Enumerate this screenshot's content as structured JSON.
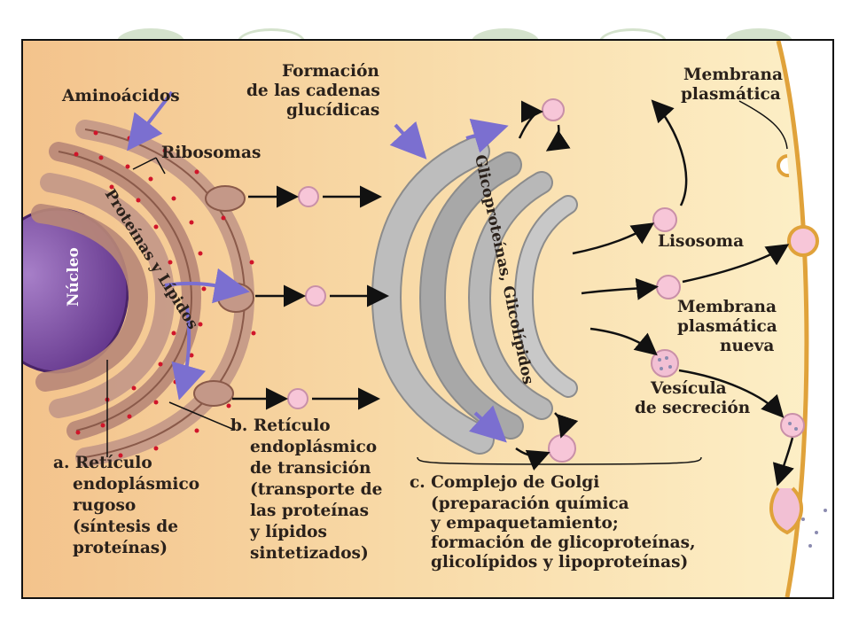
{
  "labels": {
    "aminoacidos": "Aminoácidos",
    "formacion_1": "Formación",
    "formacion_2": "de las cadenas",
    "formacion_3": "glucídicas",
    "membrana_plasmatica_1": "Membrana",
    "membrana_plasmatica_2": "plasmática",
    "ribosomas": "Ribosomas",
    "nucleo": "Núcleo",
    "proteinas_lipidos": "Proteínas y Lípidos",
    "glicoproteinas": "Glicoproteínas, Glicolípidos",
    "lisosoma": "Lisosoma",
    "membrana_nueva_1": "Membrana",
    "membrana_nueva_2": "plasmática",
    "membrana_nueva_3": "nueva",
    "vesicula_1": "Vesícula",
    "vesicula_2": "de secreción",
    "a_1": "a. Retículo",
    "a_2": "endoplásmico",
    "a_3": "rugoso",
    "a_4": "(síntesis de",
    "a_5": "proteínas)",
    "b_1": "b. Retículo",
    "b_2": "endoplásmico",
    "b_3": "de transición",
    "b_4": "(transporte de",
    "b_5": "las proteínas",
    "b_6": "y lípidos",
    "b_7": "sintetizados)",
    "c_1": "c. Complejo de Golgi",
    "c_2": "(preparación química",
    "c_3": "y empaquetamiento;",
    "c_4": "formación de glicoproteínas,",
    "c_5": "glicolípidos y lipoproteínas)"
  },
  "colors": {
    "background_left": "#f3c38c",
    "background_right": "#fdf0c8",
    "er": "#b98878",
    "golgi": "#9c9c9c",
    "nucleus": "#7a4a9a",
    "arrow_purple": "#7b6fd0",
    "membrane": "#e0a23a",
    "ribosome": "#d0152a",
    "vesicle": "#f7c6d8"
  }
}
